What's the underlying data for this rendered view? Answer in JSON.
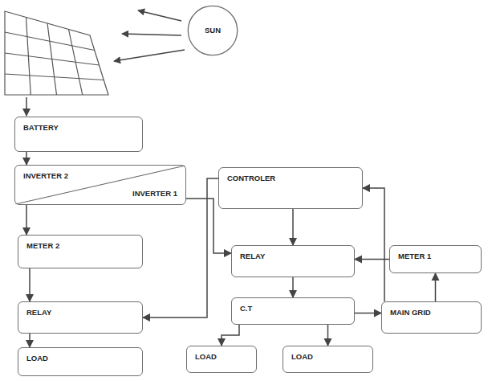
{
  "diagram": {
    "nodes": [
      {
        "text": [
          "SUN"
        ]
      },
      {
        "text": [
          "BATTERY"
        ]
      },
      {
        "text": [
          "INVERTER 2",
          "INVERTER 1"
        ]
      },
      {
        "text": [
          "CONTROLER"
        ]
      },
      {
        "text": [
          "METER 2"
        ]
      },
      {
        "text": [
          "RELAY"
        ]
      },
      {
        "text": [
          "METER 1"
        ]
      },
      {
        "text": [
          "RELAY"
        ]
      },
      {
        "text": [
          "C.T"
        ]
      },
      {
        "text": [
          "MAIN GRID"
        ]
      },
      {
        "text": [
          "LOAD"
        ]
      },
      {
        "text": [
          "LOAD"
        ]
      },
      {
        "text": [
          "LOAD"
        ]
      }
    ],
    "edges": [
      {
        "from": 1,
        "to": 2,
        "arrow": "to"
      },
      {
        "from": 2,
        "to": 4,
        "arrow": "to"
      },
      {
        "from": 4,
        "to": 7,
        "arrow": "to"
      },
      {
        "from": 7,
        "to": 10,
        "arrow": "to"
      },
      {
        "from": 2,
        "to": 5,
        "arrow": "to"
      },
      {
        "from": 3,
        "to": 7,
        "arrow": "to"
      },
      {
        "from": 3,
        "to": 5,
        "arrow": "to"
      },
      {
        "from": 6,
        "to": 5,
        "arrow": "to"
      },
      {
        "from": 9,
        "to": 6,
        "arrow": "to"
      },
      {
        "from": 9,
        "to": 3,
        "arrow": "to"
      },
      {
        "from": 5,
        "to": 8,
        "arrow": "to"
      },
      {
        "from": 8,
        "to": 9,
        "arrow": "to"
      },
      {
        "from": 8,
        "to": 11,
        "arrow": "to"
      },
      {
        "from": 8,
        "to": 12,
        "arrow": "to"
      }
    ]
  }
}
